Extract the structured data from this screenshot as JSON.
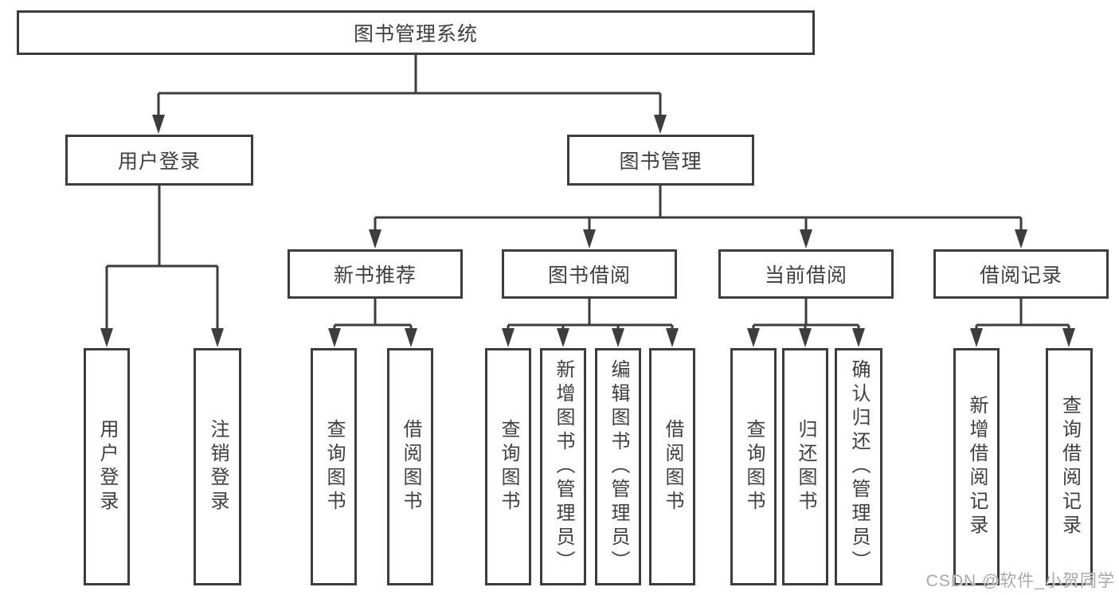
{
  "diagram": {
    "tree": {
      "root": {
        "label": "图书管理系统",
        "children": [
          {
            "label": "用户登录",
            "children": [
              {
                "label": "用户登录"
              },
              {
                "label": "注销登录"
              }
            ]
          },
          {
            "label": "图书管理",
            "children": [
              {
                "label": "新书推荐",
                "children": [
                  {
                    "label": "查询图书"
                  },
                  {
                    "label": "借阅图书"
                  }
                ]
              },
              {
                "label": "图书借阅",
                "children": [
                  {
                    "label": "查询图书"
                  },
                  {
                    "label": "新增图书（管理员）"
                  },
                  {
                    "label": "编辑图书（管理员）"
                  },
                  {
                    "label": "借阅图书"
                  }
                ]
              },
              {
                "label": "当前借阅",
                "children": [
                  {
                    "label": "查询图书"
                  },
                  {
                    "label": "归还图书"
                  },
                  {
                    "label": "确认归还（管理员）"
                  }
                ]
              },
              {
                "label": "借阅记录",
                "children": [
                  {
                    "label": "新增借阅记录"
                  },
                  {
                    "label": "查询借阅记录"
                  }
                ]
              }
            ]
          }
        ]
      }
    },
    "colors": {
      "line": "#3d3d3d",
      "background": "#ffffff",
      "watermark": "#a8a8a8"
    }
  },
  "watermark": {
    "text": "CSDN @软件_小贺同学"
  }
}
